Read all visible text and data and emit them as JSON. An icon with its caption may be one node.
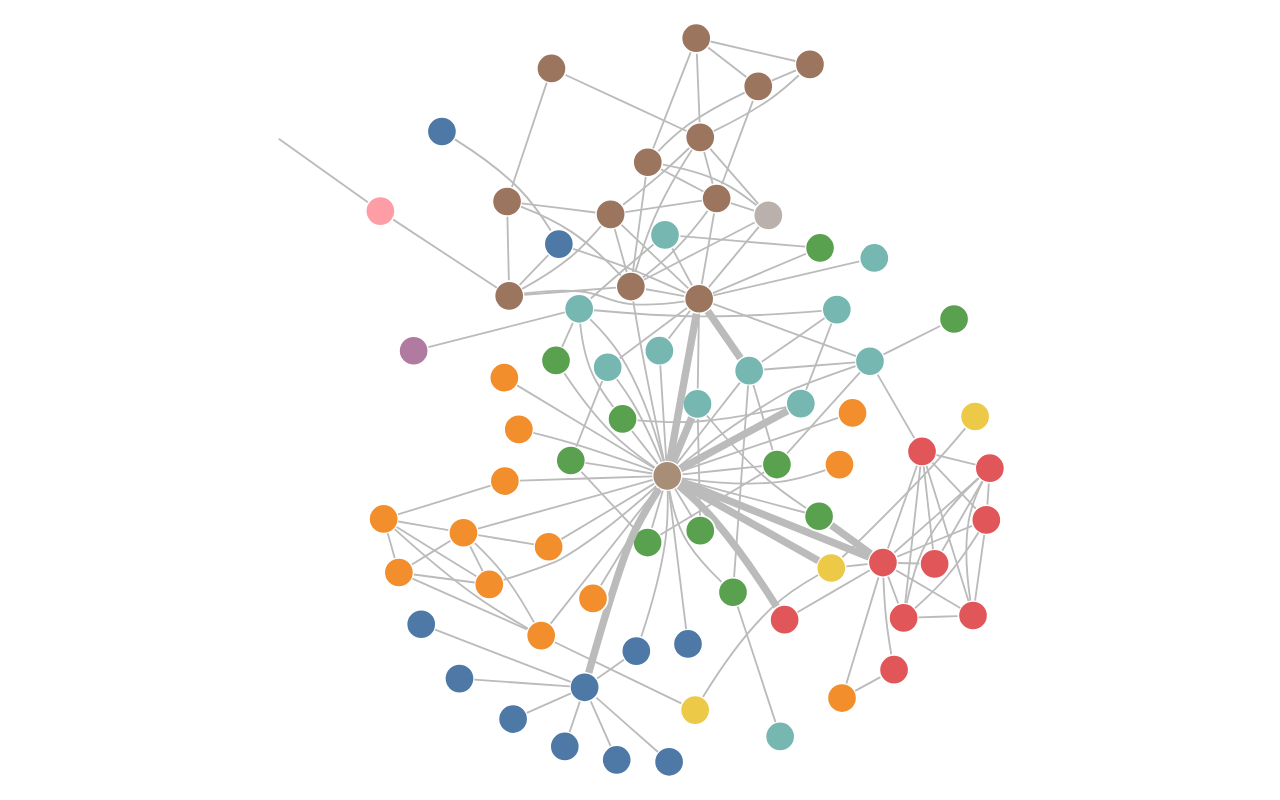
{
  "diagram": {
    "nodes": [
      {
        "text": [],
        "shape": "circle"
      },
      {
        "text": [],
        "shape": "circle"
      },
      {
        "text": [],
        "shape": "circle"
      },
      {
        "text": [],
        "shape": "circle"
      },
      {
        "text": [],
        "shape": "circle"
      },
      {
        "text": [],
        "shape": "circle"
      },
      {
        "text": [],
        "shape": "circle"
      },
      {
        "text": [],
        "shape": "circle"
      },
      {
        "text": [],
        "shape": "circle"
      },
      {
        "text": [],
        "shape": "circle"
      },
      {
        "text": [],
        "shape": "circle"
      },
      {
        "text": [],
        "shape": "circle"
      },
      {
        "text": [],
        "shape": "circle"
      },
      {
        "text": [],
        "shape": "circle"
      },
      {
        "text": [],
        "shape": "circle"
      },
      {
        "text": [],
        "shape": "circle"
      },
      {
        "text": [],
        "shape": "circle"
      },
      {
        "text": [],
        "shape": "circle"
      },
      {
        "text": [],
        "shape": "circle"
      },
      {
        "text": [],
        "shape": "circle"
      },
      {
        "text": [],
        "shape": "circle"
      },
      {
        "text": [],
        "shape": "circle"
      },
      {
        "text": [],
        "shape": "circle"
      },
      {
        "text": [],
        "shape": "circle"
      },
      {
        "text": [],
        "shape": "circle"
      },
      {
        "text": [],
        "shape": "circle"
      },
      {
        "text": [],
        "shape": "circle"
      },
      {
        "text": [],
        "shape": "circle"
      },
      {
        "text": [],
        "shape": "circle"
      },
      {
        "text": [],
        "shape": "circle"
      },
      {
        "text": [],
        "shape": "circle"
      },
      {
        "text": [],
        "shape": "circle"
      },
      {
        "text": [],
        "shape": "circle"
      },
      {
        "text": [],
        "shape": "circle"
      },
      {
        "text": [],
        "shape": "circle"
      },
      {
        "text": [],
        "shape": "circle"
      },
      {
        "text": [],
        "shape": "circle"
      },
      {
        "text": [],
        "shape": "circle"
      },
      {
        "text": [],
        "shape": "circle"
      },
      {
        "text": [],
        "shape": "circle"
      },
      {
        "text": [],
        "shape": "circle"
      },
      {
        "text": [],
        "shape": "circle"
      },
      {
        "text": [],
        "shape": "circle"
      },
      {
        "text": [],
        "shape": "circle"
      },
      {
        "text": [],
        "shape": "circle"
      },
      {
        "text": [],
        "shape": "circle"
      },
      {
        "text": [],
        "shape": "circle"
      },
      {
        "text": [],
        "shape": "circle"
      },
      {
        "text": [],
        "shape": "circle"
      },
      {
        "text": [],
        "shape": "circle"
      },
      {
        "text": [],
        "shape": "circle"
      },
      {
        "text": [],
        "shape": "circle"
      },
      {
        "text": [],
        "shape": "circle"
      },
      {
        "text": [],
        "shape": "circle"
      },
      {
        "text": [],
        "shape": "circle"
      },
      {
        "text": [],
        "shape": "circle"
      },
      {
        "text": [],
        "shape": "circle"
      },
      {
        "text": [],
        "shape": "circle"
      },
      {
        "text": [],
        "shape": "circle"
      },
      {
        "text": [],
        "shape": "circle"
      },
      {
        "text": [],
        "shape": "circle"
      },
      {
        "text": [],
        "shape": "circle"
      },
      {
        "text": [],
        "shape": "circle"
      },
      {
        "text": [],
        "shape": "circle"
      },
      {
        "text": [],
        "shape": "circle"
      },
      {
        "text": [],
        "shape": "circle"
      },
      {
        "text": [],
        "shape": "circle"
      },
      {
        "text": [],
        "shape": "circle"
      },
      {
        "text": [],
        "shape": "circle"
      },
      {
        "text": [],
        "shape": "circle"
      },
      {
        "text": [],
        "shape": "circle"
      },
      {
        "text": [],
        "shape": "circle"
      },
      {
        "text": [],
        "shape": "circle"
      }
    ],
    "edges": [
      {
        "from": 6,
        "to": 1,
        "arrow": "none"
      },
      {
        "from": 6,
        "to": 2,
        "arrow": "none"
      },
      {
        "from": 6,
        "to": 3,
        "arrow": "none"
      },
      {
        "from": 6,
        "to": 4,
        "arrow": "none"
      },
      {
        "from": 6,
        "to": 5,
        "arrow": "none"
      },
      {
        "from": 6,
        "to": 7,
        "arrow": "none"
      },
      {
        "from": 6,
        "to": 0,
        "arrow": "none",
        "style": "thick"
      },
      {
        "from": 8,
        "to": 0,
        "arrow": "none"
      },
      {
        "from": 9,
        "to": 0,
        "arrow": "none"
      },
      {
        "from": 6,
        "to": 8,
        "arrow": "none"
      },
      {
        "from": 10,
        "to": 11,
        "arrow": "none"
      },
      {
        "from": 10,
        "to": 12,
        "arrow": "none"
      },
      {
        "from": 10,
        "to": 15,
        "arrow": "none"
      },
      {
        "from": 10,
        "to": 14,
        "arrow": "none"
      },
      {
        "from": 11,
        "to": 12,
        "arrow": "none"
      },
      {
        "from": 11,
        "to": 14,
        "arrow": "none"
      },
      {
        "from": 11,
        "to": 15,
        "arrow": "none"
      },
      {
        "from": 11,
        "to": 16,
        "arrow": "none"
      },
      {
        "from": 12,
        "to": 14,
        "arrow": "none"
      },
      {
        "from": 12,
        "to": 15,
        "arrow": "none"
      },
      {
        "from": 12,
        "to": 17,
        "arrow": "none"
      },
      {
        "from": 12,
        "to": 0,
        "arrow": "none"
      },
      {
        "from": 13,
        "to": 0,
        "arrow": "none"
      },
      {
        "from": 15,
        "to": 0,
        "arrow": "none"
      },
      {
        "from": 16,
        "to": 0,
        "arrow": "none"
      },
      {
        "from": 17,
        "to": 0,
        "arrow": "none"
      },
      {
        "from": 18,
        "to": 0,
        "arrow": "none"
      },
      {
        "from": 19,
        "to": 0,
        "arrow": "none"
      },
      {
        "from": 20,
        "to": 0,
        "arrow": "none"
      },
      {
        "from": 22,
        "to": 0,
        "arrow": "none"
      },
      {
        "from": 14,
        "to": 0,
        "arrow": "none"
      },
      {
        "from": 14,
        "to": 24,
        "arrow": "none"
      },
      {
        "from": 21,
        "to": 26,
        "arrow": "none"
      },
      {
        "from": 21,
        "to": 28,
        "arrow": "none"
      },
      {
        "from": 23,
        "to": 25,
        "arrow": "none"
      },
      {
        "from": 24,
        "to": 25,
        "arrow": "none"
      },
      {
        "from": 25,
        "to": 0,
        "arrow": "none",
        "style": "thick"
      },
      {
        "from": 25,
        "to": 28,
        "arrow": "none"
      },
      {
        "from": 0,
        "to": 28,
        "arrow": "none",
        "style": "thick"
      },
      {
        "from": 0,
        "to": 27,
        "arrow": "none",
        "style": "thick"
      },
      {
        "from": 27,
        "to": 28,
        "arrow": "none"
      },
      {
        "from": 26,
        "to": 28,
        "arrow": "none"
      },
      {
        "from": 28,
        "to": 29,
        "arrow": "none"
      },
      {
        "from": 28,
        "to": 30,
        "arrow": "none"
      },
      {
        "from": 28,
        "to": 31,
        "arrow": "none"
      },
      {
        "from": 28,
        "to": 32,
        "arrow": "none"
      },
      {
        "from": 28,
        "to": 33,
        "arrow": "none"
      },
      {
        "from": 28,
        "to": 34,
        "arrow": "none"
      },
      {
        "from": 29,
        "to": 30,
        "arrow": "none"
      },
      {
        "from": 29,
        "to": 32,
        "arrow": "none"
      },
      {
        "from": 29,
        "to": 33,
        "arrow": "none"
      },
      {
        "from": 30,
        "to": 31,
        "arrow": "none"
      },
      {
        "from": 30,
        "to": 32,
        "arrow": "none"
      },
      {
        "from": 30,
        "to": 33,
        "arrow": "none"
      },
      {
        "from": 30,
        "to": 34,
        "arrow": "none"
      },
      {
        "from": 31,
        "to": 34,
        "arrow": "none"
      },
      {
        "from": 32,
        "to": 33,
        "arrow": "none"
      },
      {
        "from": 32,
        "to": 34,
        "arrow": "none"
      },
      {
        "from": 33,
        "to": 34,
        "arrow": "none"
      },
      {
        "from": 34,
        "to": 29,
        "arrow": "none"
      },
      {
        "from": 34,
        "to": 52,
        "arrow": "none"
      },
      {
        "from": 0,
        "to": 35,
        "arrow": "none"
      },
      {
        "from": 0,
        "to": 36,
        "arrow": "none"
      },
      {
        "from": 0,
        "to": 45,
        "arrow": "none",
        "style": "thick"
      },
      {
        "from": 0,
        "to": 37,
        "arrow": "none"
      },
      {
        "from": 0,
        "to": 38,
        "arrow": "none"
      },
      {
        "from": 0,
        "to": 39,
        "arrow": "none"
      },
      {
        "from": 0,
        "to": 40,
        "arrow": "none"
      },
      {
        "from": 0,
        "to": 41,
        "arrow": "none"
      },
      {
        "from": 0,
        "to": 46,
        "arrow": "none"
      },
      {
        "from": 0,
        "to": 47,
        "arrow": "none"
      },
      {
        "from": 0,
        "to": 49,
        "arrow": "none"
      },
      {
        "from": 0,
        "to": 50,
        "arrow": "none"
      },
      {
        "from": 0,
        "to": 51,
        "arrow": "none",
        "style": "thick"
      },
      {
        "from": 0,
        "to": 57,
        "arrow": "none",
        "style": "thick"
      },
      {
        "from": 0,
        "to": 42,
        "arrow": "none"
      },
      {
        "from": 0,
        "to": 52,
        "arrow": "none"
      },
      {
        "from": 0,
        "to": 59,
        "arrow": "none"
      },
      {
        "from": 36,
        "to": 28,
        "arrow": "none",
        "style": "thick"
      },
      {
        "from": 35,
        "to": 45,
        "arrow": "none"
      },
      {
        "from": 36,
        "to": 45,
        "arrow": "none"
      },
      {
        "from": 37,
        "to": 38,
        "arrow": "none"
      },
      {
        "from": 37,
        "to": 47,
        "arrow": "none"
      },
      {
        "from": 38,
        "to": 39,
        "arrow": "none"
      },
      {
        "from": 39,
        "to": 49,
        "arrow": "none"
      },
      {
        "from": 40,
        "to": 50,
        "arrow": "none"
      },
      {
        "from": 40,
        "to": 51,
        "arrow": "none"
      },
      {
        "from": 41,
        "to": 50,
        "arrow": "none"
      },
      {
        "from": 42,
        "to": 49,
        "arrow": "none"
      },
      {
        "from": 42,
        "to": 55,
        "arrow": "none"
      },
      {
        "from": 43,
        "to": 52,
        "arrow": "none"
      },
      {
        "from": 44,
        "to": 53,
        "arrow": "none"
      },
      {
        "from": 52,
        "to": 39,
        "arrow": "none"
      },
      {
        "from": 52,
        "to": 49,
        "arrow": "none"
      },
      {
        "from": 52,
        "to": 57,
        "arrow": "none"
      },
      {
        "from": 49,
        "to": 57,
        "arrow": "none",
        "style": "thick"
      },
      {
        "from": 50,
        "to": 53,
        "arrow": "none"
      },
      {
        "from": 50,
        "to": 54,
        "arrow": "none"
      },
      {
        "from": 48,
        "to": 57,
        "arrow": "none"
      },
      {
        "from": 47,
        "to": 57,
        "arrow": "none"
      },
      {
        "from": 46,
        "to": 57,
        "arrow": "none"
      },
      {
        "from": 45,
        "to": 57,
        "arrow": "none"
      },
      {
        "from": 56,
        "to": 50,
        "arrow": "none"
      },
      {
        "from": 54,
        "to": 49,
        "arrow": "none"
      },
      {
        "from": 51,
        "to": 54,
        "arrow": "none"
      },
      {
        "from": 44,
        "to": 57,
        "arrow": "none"
      },
      {
        "from": 53,
        "to": 57,
        "arrow": "none"
      },
      {
        "from": 57,
        "to": 58,
        "arrow": "none"
      },
      {
        "from": 57,
        "to": 59,
        "arrow": "none"
      },
      {
        "from": 57,
        "to": 65,
        "arrow": "none"
      },
      {
        "from": 57,
        "to": 66,
        "arrow": "none"
      },
      {
        "from": 57,
        "to": 70,
        "arrow": "none"
      },
      {
        "from": 57,
        "to": 64,
        "arrow": "none"
      },
      {
        "from": 58,
        "to": 59,
        "arrow": "none"
      },
      {
        "from": 58,
        "to": 60,
        "arrow": "none"
      },
      {
        "from": 58,
        "to": 61,
        "arrow": "none"
      },
      {
        "from": 58,
        "to": 64,
        "arrow": "none"
      },
      {
        "from": 58,
        "to": 66,
        "arrow": "none"
      },
      {
        "from": 58,
        "to": 67,
        "arrow": "none"
      },
      {
        "from": 59,
        "to": 60,
        "arrow": "none"
      },
      {
        "from": 59,
        "to": 64,
        "arrow": "none"
      },
      {
        "from": 59,
        "to": 65,
        "arrow": "none"
      },
      {
        "from": 59,
        "to": 66,
        "arrow": "none"
      },
      {
        "from": 59,
        "to": 67,
        "arrow": "none"
      },
      {
        "from": 59,
        "to": 69,
        "arrow": "none"
      },
      {
        "from": 60,
        "to": 61,
        "arrow": "none"
      },
      {
        "from": 60,
        "to": 62,
        "arrow": "none"
      },
      {
        "from": 60,
        "to": 66,
        "arrow": "none"
      },
      {
        "from": 61,
        "to": 62,
        "arrow": "none"
      },
      {
        "from": 61,
        "to": 63,
        "arrow": "none"
      },
      {
        "from": 62,
        "to": 63,
        "arrow": "none"
      },
      {
        "from": 62,
        "to": 67,
        "arrow": "none"
      },
      {
        "from": 63,
        "to": 67,
        "arrow": "none"
      },
      {
        "from": 64,
        "to": 65,
        "arrow": "none"
      },
      {
        "from": 64,
        "to": 69,
        "arrow": "none"
      },
      {
        "from": 64,
        "to": 67,
        "arrow": "none"
      },
      {
        "from": 65,
        "to": 69,
        "arrow": "none"
      },
      {
        "from": 65,
        "to": 70,
        "arrow": "none"
      },
      {
        "from": 66,
        "to": 67,
        "arrow": "none"
      },
      {
        "from": 67,
        "to": 68,
        "arrow": "none"
      },
      {
        "from": 68,
        "to": 69,
        "arrow": "none"
      },
      {
        "from": 70,
        "to": 71,
        "arrow": "none"
      },
      {
        "from": 65,
        "to": 72,
        "arrow": "none"
      },
      {
        "from": 72,
        "to": null,
        "arrow": "none"
      }
    ]
  }
}
